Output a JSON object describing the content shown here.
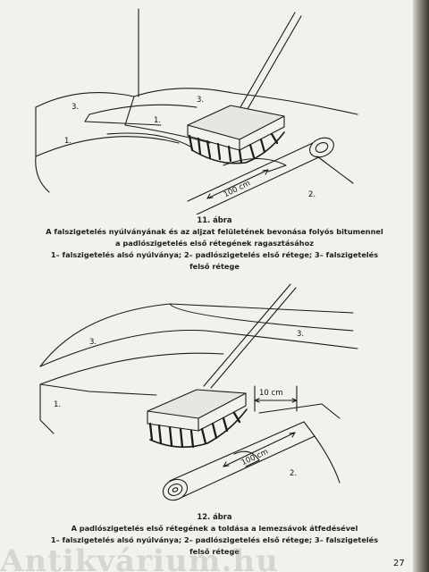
{
  "figure11": {
    "labels": {
      "l1a": "1.",
      "l1b": "1.",
      "l2": "2.",
      "l3a": "3.",
      "l3b": "3.",
      "dim100": "100 cm"
    },
    "caption": {
      "title": "11. ábra",
      "line1": "A falszigetelés nyúlványának és az aljzat felületének bevonása folyós bitumennel",
      "line2": "a padlószigetelés első rétegének ragasztásához",
      "line3": "1– falszigetelés alsó nyúlványa; 2– padlószigetelés első rétege; 3– falszigetelés",
      "line4": "felső rétege"
    }
  },
  "figure12": {
    "labels": {
      "l1": "1.",
      "l2": "2.",
      "l3a": "3.",
      "l3b": "3.",
      "dim10": "10 cm",
      "dim100": "100 cm"
    },
    "caption": {
      "title": "12. ábra",
      "line1": "A padlószigetelés első rétegének a toldása a lemezsávok átfedésével",
      "line2": "1– falszigetelés alsó nyúlványa; 2– padlószigetelés első rétege; 3– falszigetelés",
      "line3": "felső rétege"
    }
  },
  "page_number": "27",
  "watermark": "Antikvárium.hu"
}
